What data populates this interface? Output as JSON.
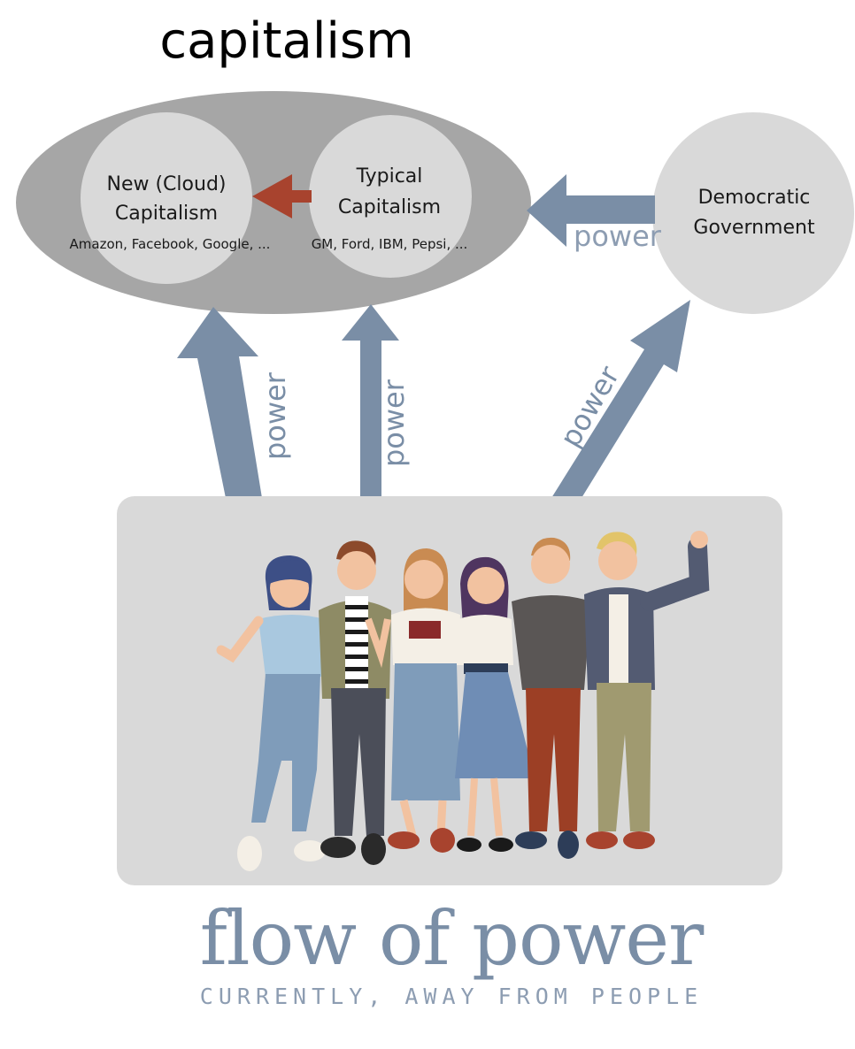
{
  "title": "capitalism",
  "nodes": {
    "cloud": {
      "label_line1": "New (Cloud)",
      "label_line2": "Capitalism",
      "examples": "Amazon, Facebook, Google, ..."
    },
    "typical": {
      "label_line1": "Typical",
      "label_line2": "Capitalism",
      "examples": "GM, Ford, IBM, Pepsi, ..."
    },
    "government": {
      "label_line1": "Democratic",
      "label_line2": "Government"
    }
  },
  "edge_labels": {
    "gov_to_capitalism": "power",
    "people_to_cloud": "power",
    "people_to_typical": "power",
    "people_to_government": "power"
  },
  "footer": {
    "title": "flow of power",
    "subtitle": "CURRENTLY, AWAY FROM PEOPLE"
  },
  "colors": {
    "ellipse": "#a6a6a6",
    "circle": "#d9d9d9",
    "arrow": "#7a8ea6",
    "red_arrow": "#a8432e",
    "people_panel": "#d9d9d9"
  }
}
